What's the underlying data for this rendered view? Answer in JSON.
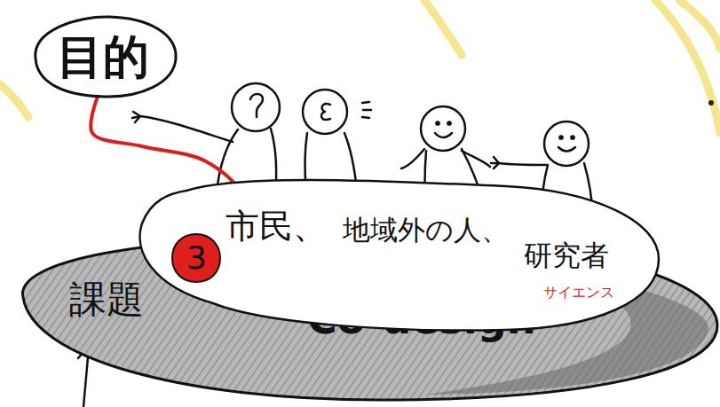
{
  "diagram": {
    "nodes": [
      {
        "text": [
          "目的"
        ]
      },
      {
        "text": [
          "市民、",
          "地域外の人、",
          "研究者",
          "サイエンス"
        ]
      },
      {
        "text": [
          "3"
        ]
      },
      {
        "text": [
          "課題",
          "Co-design"
        ]
      }
    ],
    "edges": [
      {
        "from": 0,
        "to": 2,
        "arrow": "none"
      }
    ]
  }
}
